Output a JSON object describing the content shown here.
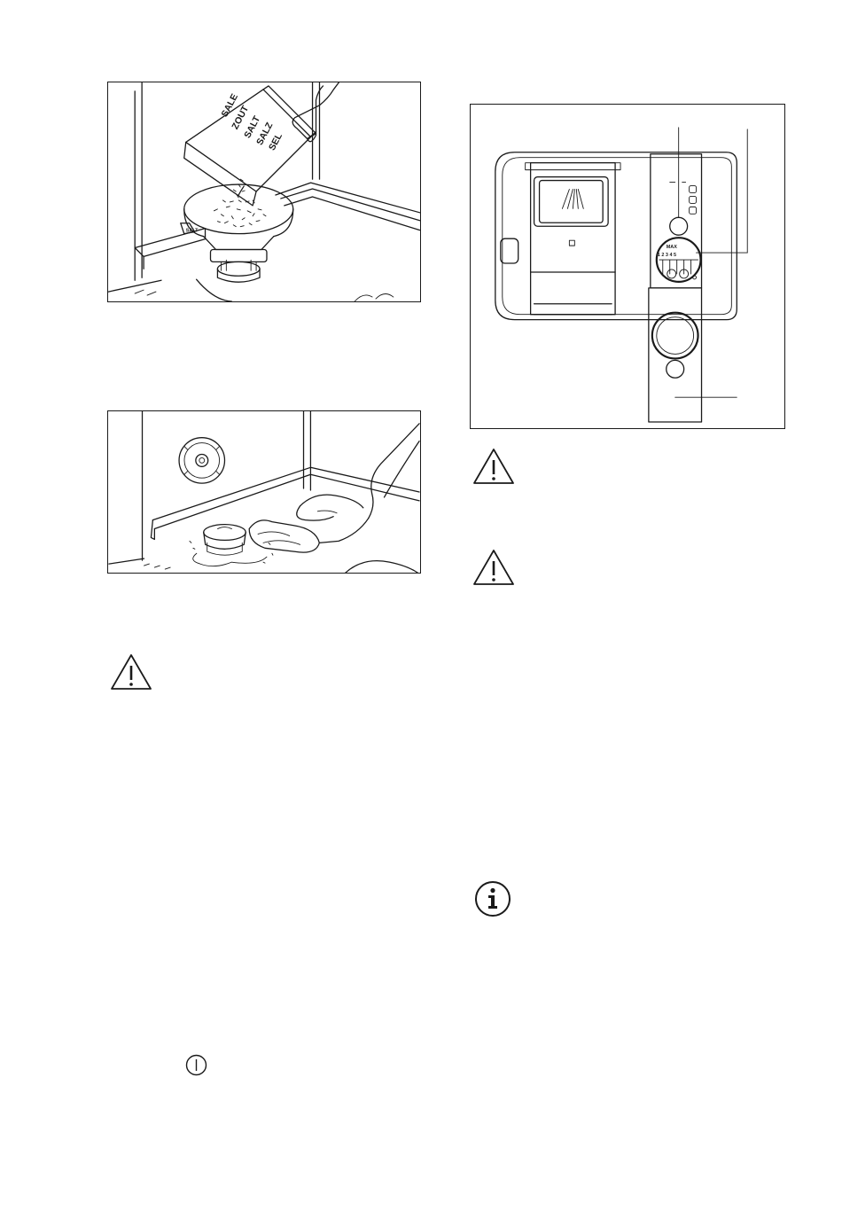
{
  "salt_box": {
    "labels": [
      "SALE",
      "ZOUT",
      "SALT",
      "SALZ",
      "SEL"
    ],
    "funnel_mark": "SALT"
  },
  "dispenser_panel": {
    "indicator_top": "MAX",
    "indicator_scale": "1 2 3 4 5"
  },
  "colors": {
    "line": "#1a1a1a",
    "background": "#ffffff"
  },
  "icons": [
    "warning-icon",
    "warning-icon",
    "warning-icon",
    "info-icon",
    "power-icon"
  ]
}
